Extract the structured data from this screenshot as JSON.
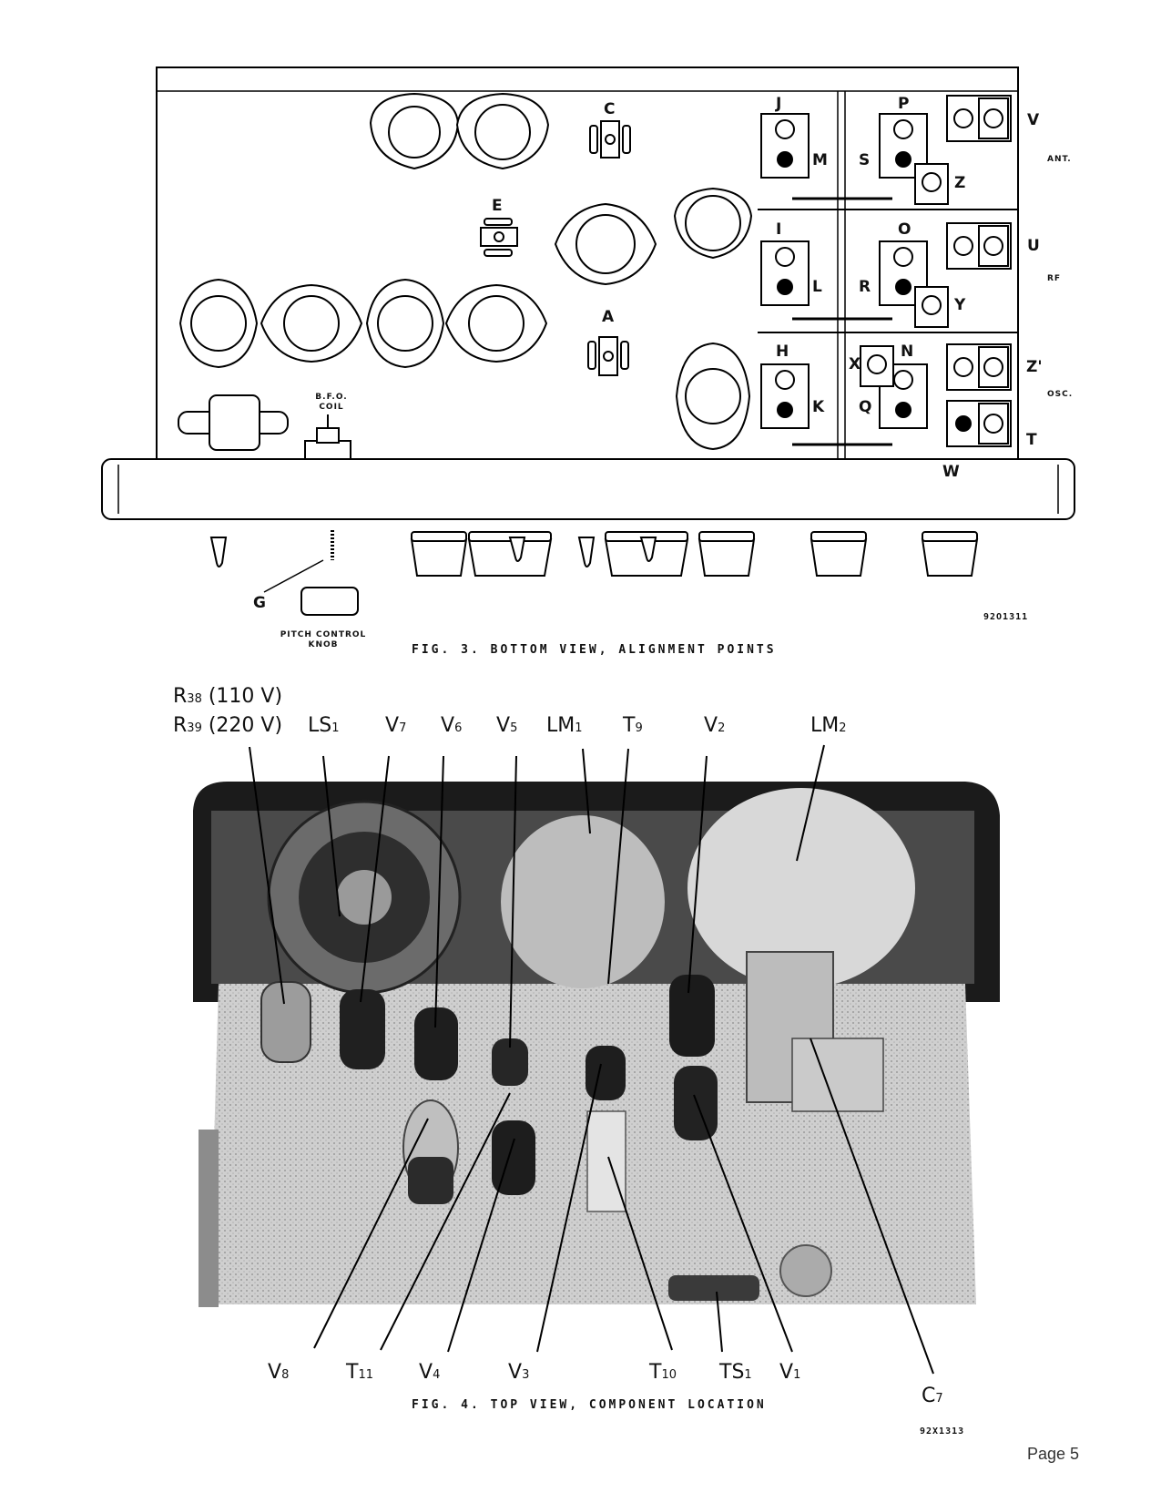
{
  "fig3": {
    "caption": "FIG. 3.   BOTTOM VIEW, ALIGNMENT POINTS",
    "number": "92O1311",
    "adjuster_labels": [
      "J",
      "M",
      "P",
      "S",
      "Z",
      "V",
      "I",
      "L",
      "O",
      "R",
      "Y",
      "U",
      "H",
      "K",
      "N",
      "Q",
      "X",
      "Z'",
      "T",
      "W"
    ],
    "section_labels": [
      "ANT.",
      "RF",
      "OSC."
    ],
    "coil_labels": [
      "C",
      "E",
      "A"
    ],
    "bfo_coil": [
      "B.F.O.",
      "COIL"
    ],
    "g_label": "G",
    "knob_label": [
      "PITCH CONTROL",
      "KNOB"
    ]
  },
  "fig4": {
    "caption": "FIG. 4.   TOP VIEW, COMPONENT LOCATION",
    "number": "92X1313",
    "top_labels": [
      {
        "main": "R",
        "sub": "38",
        "rest": " (110 V)"
      },
      {
        "main": "R",
        "sub": "39",
        "rest": " (220 V)"
      },
      {
        "main": "LS",
        "sub": "1",
        "rest": ""
      },
      {
        "main": "V",
        "sub": "7",
        "rest": ""
      },
      {
        "main": "V",
        "sub": "6",
        "rest": ""
      },
      {
        "main": "V",
        "sub": "5",
        "rest": ""
      },
      {
        "main": "LM",
        "sub": "1",
        "rest": ""
      },
      {
        "main": "T",
        "sub": "9",
        "rest": ""
      },
      {
        "main": "V",
        "sub": "2",
        "rest": ""
      },
      {
        "main": "LM",
        "sub": "2",
        "rest": ""
      }
    ],
    "bottom_labels": [
      {
        "main": "V",
        "sub": "8"
      },
      {
        "main": "T",
        "sub": "11"
      },
      {
        "main": "V",
        "sub": "4"
      },
      {
        "main": "V",
        "sub": "3"
      },
      {
        "main": "T",
        "sub": "10"
      },
      {
        "main": "TS",
        "sub": "1"
      },
      {
        "main": "V",
        "sub": "1"
      },
      {
        "main": "C",
        "sub": "7"
      }
    ]
  },
  "page_number": "Page 5"
}
